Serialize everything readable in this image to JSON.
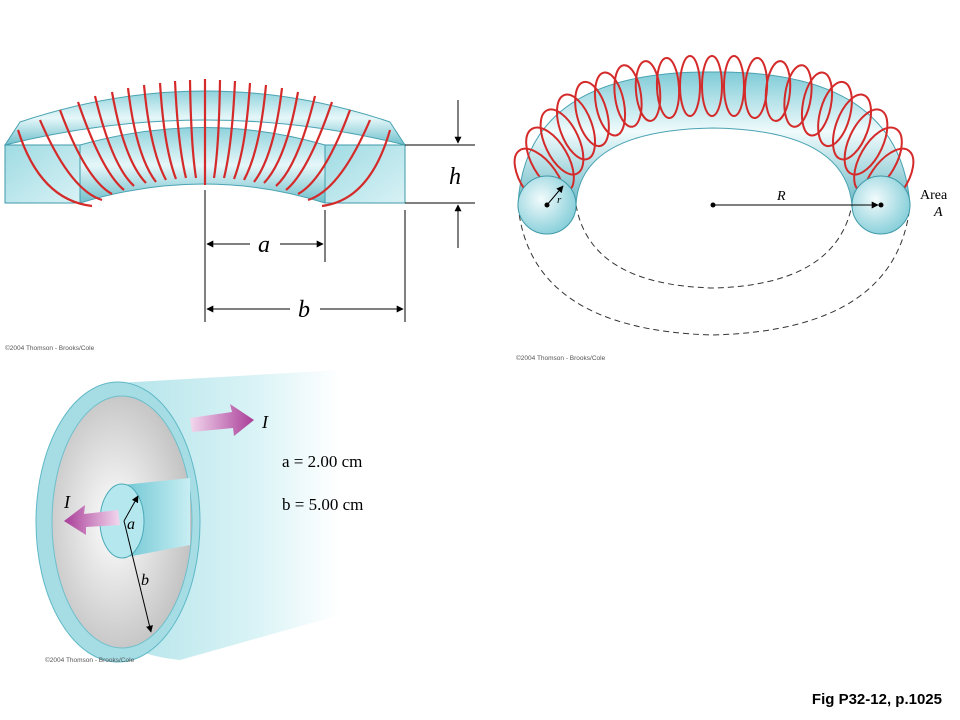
{
  "figure1": {
    "label_h": "h",
    "label_a": "a",
    "label_b": "b",
    "copyright": "©2004 Thomson - Brooks/Cole"
  },
  "figure2": {
    "label_r": "r",
    "label_R": "R",
    "label_area": "Area",
    "label_A": "A",
    "copyright": "©2004 Thomson - Brooks/Cole"
  },
  "figure3": {
    "label_I_out": "I",
    "label_I_in": "I",
    "label_a": "a",
    "label_b": "b",
    "eq_a": "a = 2.00 cm",
    "eq_b": "b = 5.00 cm",
    "copyright": "©2004 Thomson - Brooks/Cole"
  },
  "caption": "Fig P32-12, p.1025",
  "colors": {
    "coil": "#d42a2a",
    "cyan": "#bfe8ee",
    "cyan_dark": "#5fb8c6",
    "arrow": "#b0479f"
  }
}
